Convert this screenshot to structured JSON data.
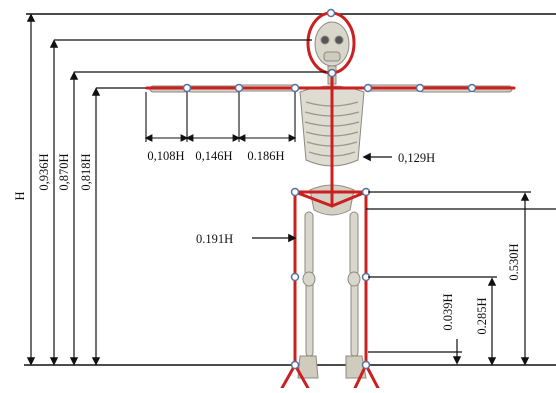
{
  "diagram": {
    "labels": {
      "height_total": "H",
      "head_top": "0,936H",
      "chin": "0,870H",
      "shoulder": "0,818H",
      "hand_segment": "0,108H",
      "forearm_segment": "0,146H",
      "upper_arm_segment": "0.186H",
      "trunk_depth": "0,129H",
      "hip_width": "0.191H",
      "hip_height": "0.530H",
      "knee_height": "0.285H",
      "ankle_height": "0.039H"
    },
    "colors": {
      "model_line": "#cc1f1f",
      "joint_fill": "#ffffff",
      "joint_stroke": "#5a6f9a",
      "dimension_line": "#111111",
      "bone": "#d9d6cc",
      "bone_shadow": "#8d8a80"
    }
  }
}
